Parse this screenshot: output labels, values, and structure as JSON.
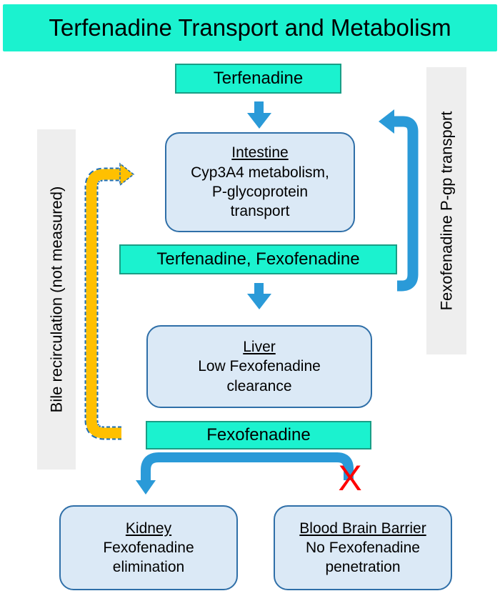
{
  "title": "Terfenadine Transport and Metabolism",
  "nodes": {
    "terfenadine": "Terfenadine",
    "intestine": {
      "heading": "Intestine",
      "line1": "Cyp3A4 metabolism,",
      "line2": "P-glycoprotein",
      "line3": "transport"
    },
    "terf_fexo": "Terfenadine, Fexofenadine",
    "liver": {
      "heading": "Liver",
      "line1": "Low Fexofenadine",
      "line2": "clearance"
    },
    "fexofenadine": "Fexofenadine",
    "kidney": {
      "heading": "Kidney",
      "line1": "Fexofenadine",
      "line2": "elimination"
    },
    "bbb": {
      "heading": "Blood Brain Barrier",
      "line1": "No Fexofenadine",
      "line2": "penetration"
    }
  },
  "side_labels": {
    "left": "Bile recirculation (not measured)",
    "right": "Fexofenadine P-gp transport"
  },
  "blocked_mark": "X",
  "colors": {
    "title_bg": "#1bf2cf",
    "node_bg": "#1bf2cf",
    "organ_bg": "#dbe9f6",
    "organ_border": "#2f6fa8",
    "arrow_blue": "#2a9ad8",
    "arrow_orange": "#ffc000",
    "blocked": "#ff0000"
  }
}
